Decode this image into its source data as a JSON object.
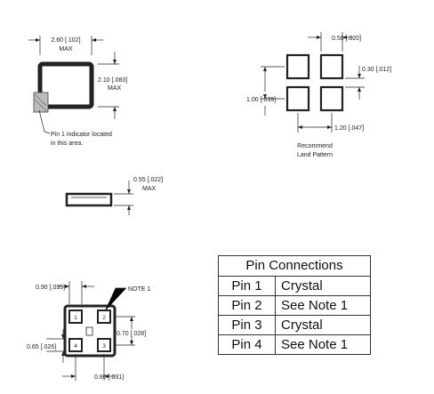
{
  "top_view": {
    "width_label": "2.60 [.102]",
    "width_max": "MAX",
    "height_label": "2.10 [.083]",
    "height_max": "MAX",
    "pin1_note_line1": "Pin 1 indicator located",
    "pin1_note_line2": "in this area."
  },
  "land_pattern": {
    "pad_width_label": "0.50 [.020]",
    "gap_label": "0.30 [.012]",
    "pitch_y_label": "1.00 [.039]",
    "pitch_x_label": "1.20 [.047]",
    "caption_line1": "Recommend",
    "caption_line2": "Land Pattern"
  },
  "side_view": {
    "height_label": "0.55 [.022]",
    "height_max": "MAX"
  },
  "bottom_view": {
    "pad_width_label": "0.90 [.035]",
    "note_label": "NOTE 1",
    "pitch_y_label": "0.70 [.028]",
    "pad_height_label": "0.65 [.026]",
    "pitch_x_label": "0.80 [.031]",
    "pin_numbers": [
      "1",
      "2",
      "3",
      "4"
    ]
  },
  "pin_table": {
    "title": "Pin Connections",
    "rows": [
      {
        "pin": "Pin 1",
        "function": "Crystal"
      },
      {
        "pin": "Pin 2",
        "function": "See Note 1"
      },
      {
        "pin": "Pin 3",
        "function": "Crystal"
      },
      {
        "pin": "Pin 4",
        "function": "See Note 1"
      }
    ]
  }
}
